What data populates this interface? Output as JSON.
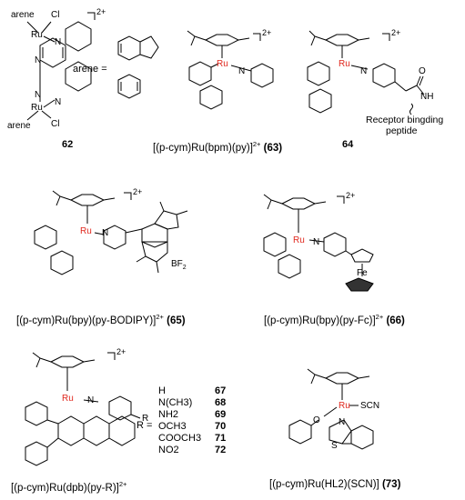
{
  "charge": "2+",
  "compound62": {
    "label": "62",
    "atoms": {
      "arene_top": "arene",
      "cl_top": "Cl",
      "ru_top": "Ru",
      "n1": "N",
      "n2": "N",
      "n3": "N",
      "n4": "N",
      "arene_bot": "arene",
      "cl_bot": "Cl",
      "ru_bot": "Ru"
    },
    "arene_eq": "arene ="
  },
  "compound63": {
    "label": "(63)",
    "caption": "[(p-cym)Ru(bpm)(py)]",
    "atoms": {
      "ru": "Ru",
      "n": "N"
    }
  },
  "compound64": {
    "label": "64",
    "atoms": {
      "ru": "Ru",
      "n": "N",
      "o": "O",
      "nh": "NH"
    },
    "peptide_line1": "Receptor bingding",
    "peptide_line2": "peptide"
  },
  "compound65": {
    "label": "(65)",
    "caption": "[(p-cym)Ru(bpy)(py-BODIPY)]",
    "atoms": {
      "ru": "Ru",
      "n": "N",
      "b": "BF",
      "b_sub": "2"
    }
  },
  "compound66": {
    "label": "(66)",
    "caption": "[(p-cym)Ru(bpy)(py-Fc)]",
    "atoms": {
      "ru": "Ru",
      "n": "N",
      "fe": "Fe"
    }
  },
  "compound67_72": {
    "caption": "[(p-cym)Ru(dpb)(py-R)]",
    "r_eq": "R =",
    "atoms": {
      "ru": "Ru",
      "n": "N",
      "r": "R"
    },
    "substituents": [
      {
        "group": "H",
        "label": "67"
      },
      {
        "group": "N(CH3)",
        "label": "68"
      },
      {
        "group": "NH2",
        "label": "69"
      },
      {
        "group": "OCH3",
        "label": "70"
      },
      {
        "group": "COOCH3",
        "label": "71"
      },
      {
        "group": "NO2",
        "label": "72"
      }
    ]
  },
  "compound73": {
    "label": "(73)",
    "caption": "[(p-cym)Ru(HL2)(SCN)]",
    "atoms": {
      "ru": "Ru",
      "o": "O",
      "n": "N",
      "s": "S",
      "scn": "SCN"
    }
  }
}
